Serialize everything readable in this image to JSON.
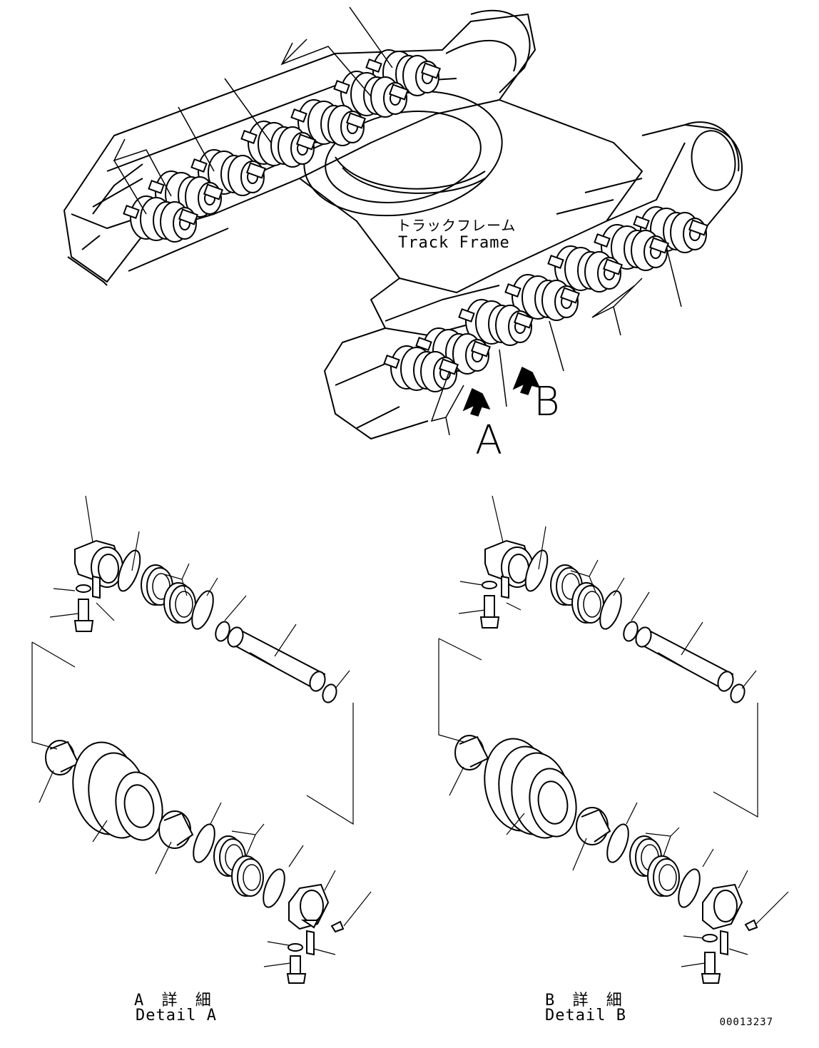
{
  "main_view": {
    "callout_jp": "トラックフレーム",
    "callout_en": "Track Frame",
    "view_letter_a": "A",
    "view_letter_b": "B"
  },
  "detail_a": {
    "caption_jp": "A 詳 細",
    "caption_en": "Detail A"
  },
  "detail_b": {
    "caption_jp": "B 詳 細",
    "caption_en": "Detail B"
  },
  "figure_id": "00013237"
}
